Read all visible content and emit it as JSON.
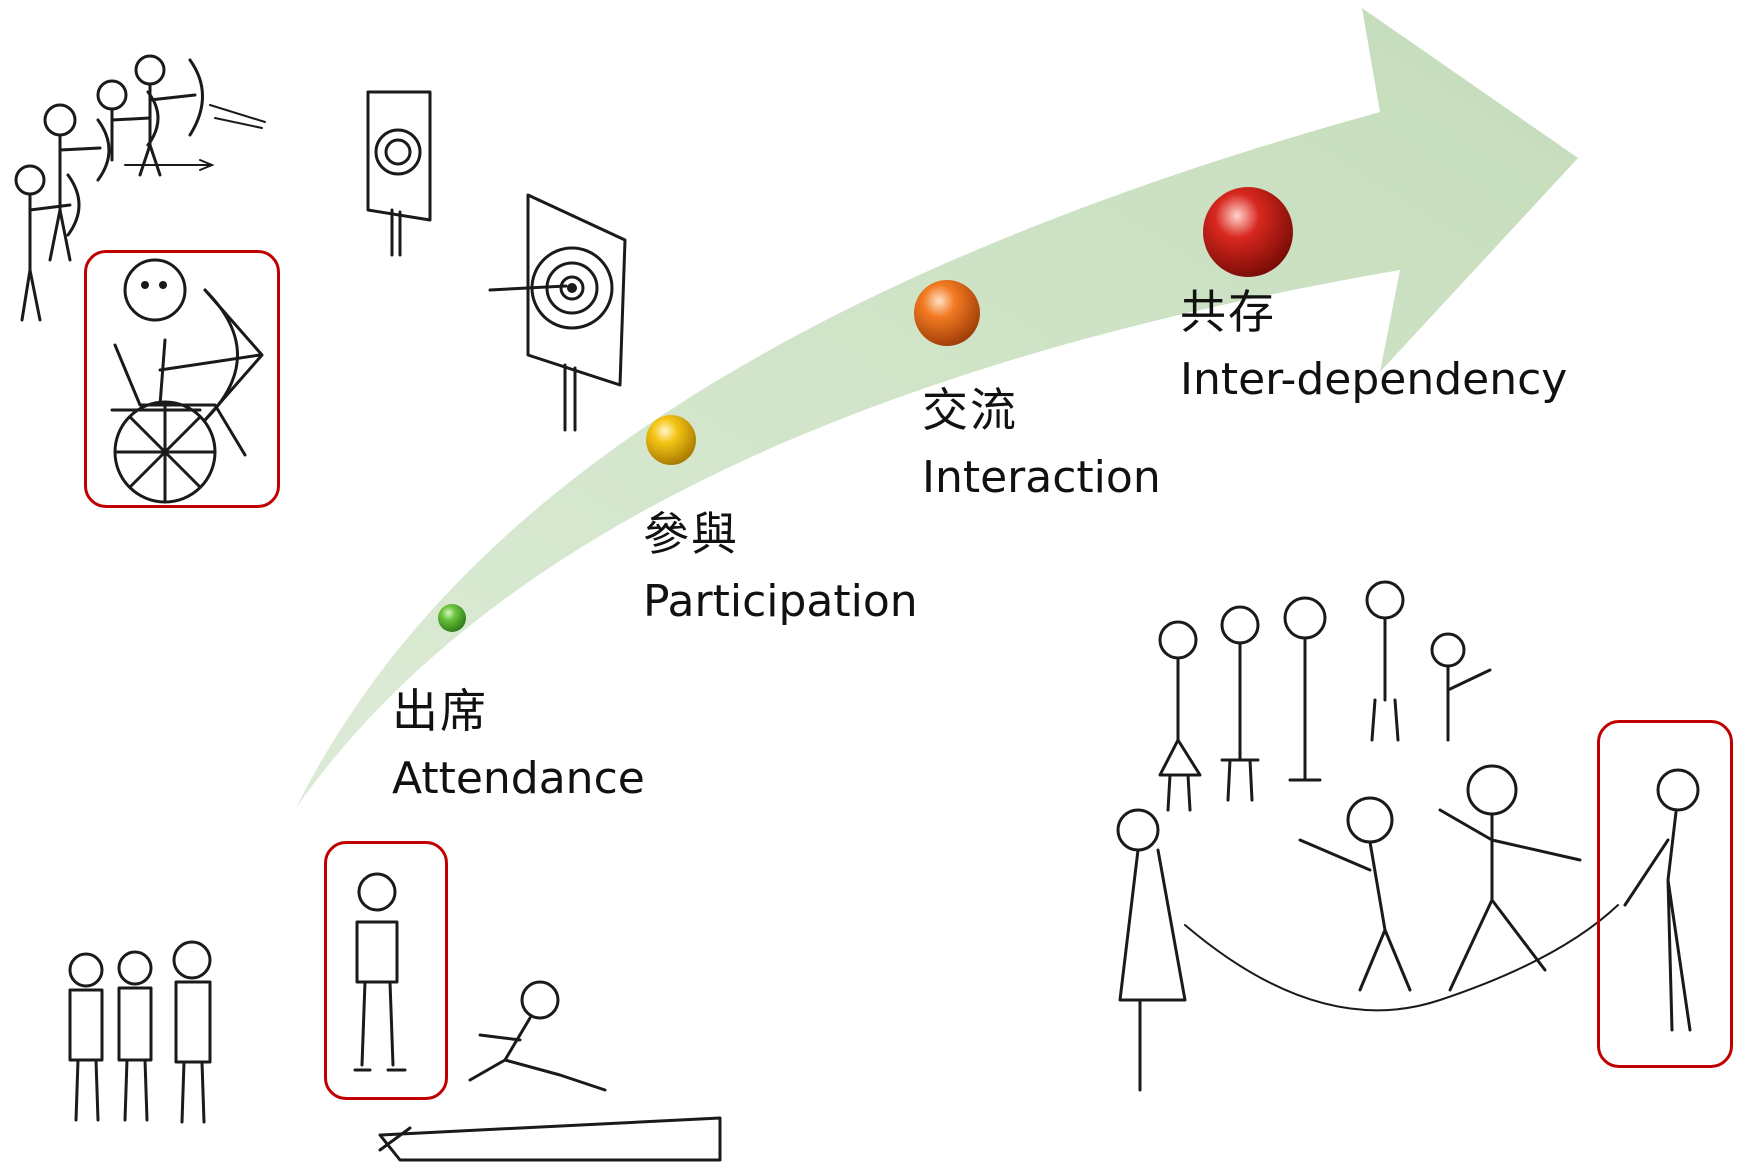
{
  "diagram": {
    "stages": [
      {
        "zh": "出席",
        "en": "Attendance",
        "color": "#5cb832"
      },
      {
        "zh": "參與",
        "en": "Participation",
        "color": "#f2c012"
      },
      {
        "zh": "交流",
        "en": "Interaction",
        "color": "#f07820"
      },
      {
        "zh": "共存",
        "en": "Inter-dependency",
        "color": "#d0241c"
      }
    ],
    "arrow_color": "#c9dfc0",
    "highlight_color": "#c00000"
  }
}
